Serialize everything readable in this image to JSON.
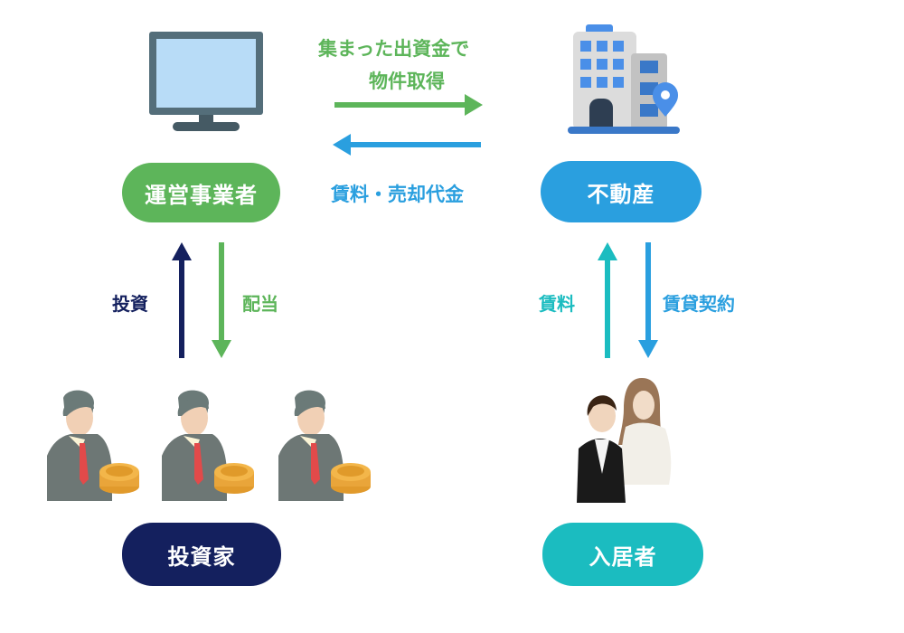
{
  "nodes": {
    "operator": "運営事業者",
    "property": "不動産",
    "investors": "投資家",
    "tenants": "入居者"
  },
  "flows": {
    "acquire_line1": "集まった出資金で",
    "acquire_line2": "物件取得",
    "returns": "賃料・売却代金",
    "invest": "投資",
    "dividend": "配当",
    "rent": "賃料",
    "lease": "賃貸契約"
  },
  "colors": {
    "green": "#5db55a",
    "blue": "#2a9fdf",
    "navy": "#14205e",
    "teal": "#1bbcc0"
  }
}
